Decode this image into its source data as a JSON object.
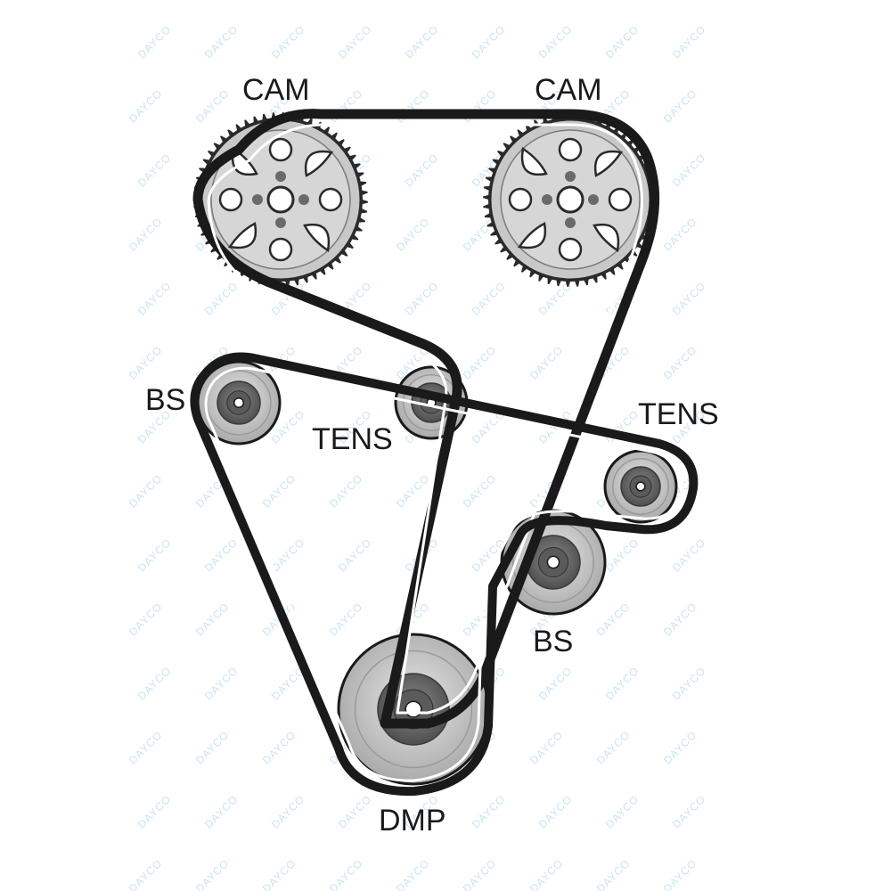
{
  "labels": {
    "cam_left": "CAM",
    "cam_right": "CAM",
    "bs_left": "BS",
    "tens_mid": "TENS",
    "tens_right": "TENS",
    "bs_right": "BS",
    "dmp": "DMP"
  },
  "watermark": {
    "text": "DAYCO"
  },
  "colors": {
    "belt": "#1a1a1a",
    "pulley_fill": "#c4c4c4",
    "pulley_dark": "#6e6e6e",
    "gear_fill": "#c8c8c8",
    "watermark": "#c9e3f2"
  }
}
